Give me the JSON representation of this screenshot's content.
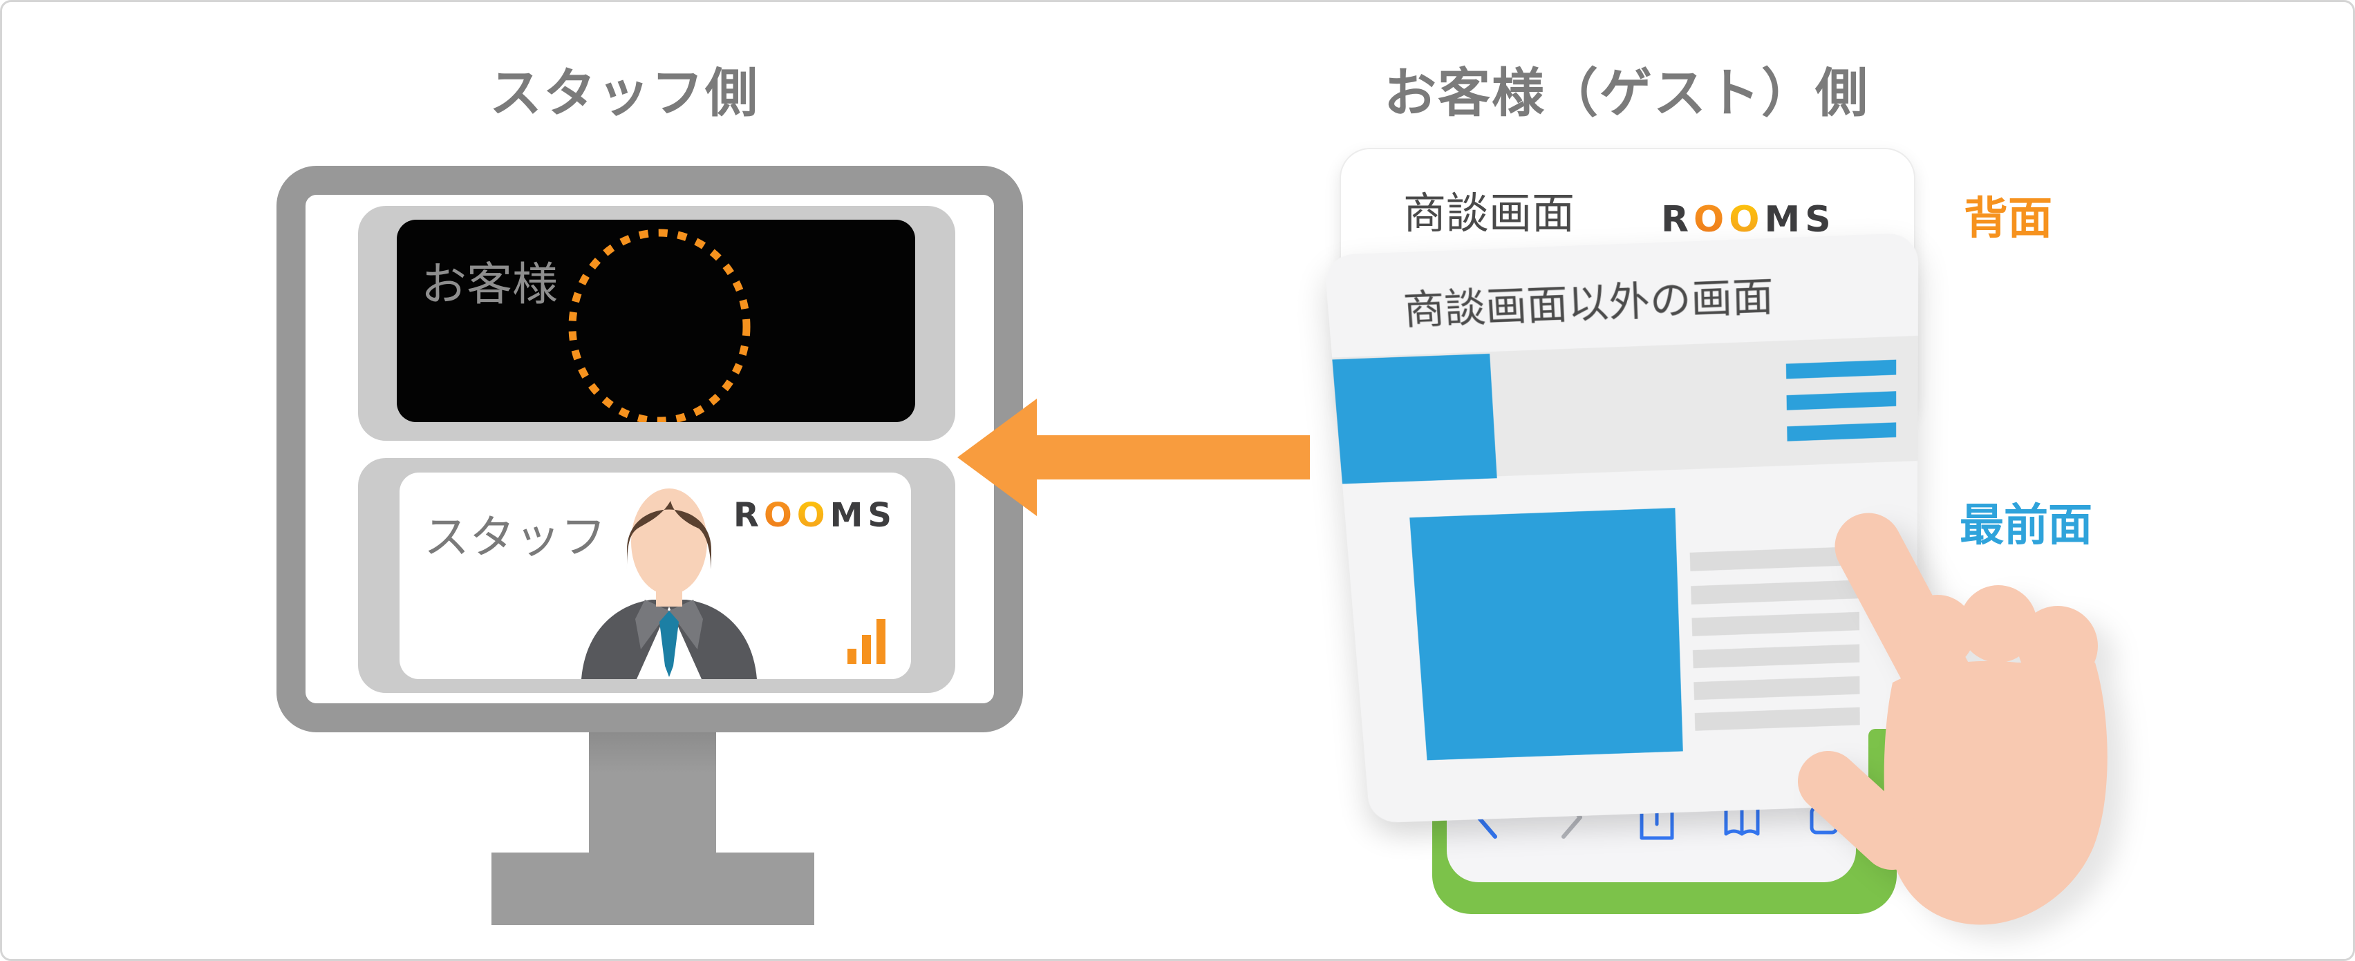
{
  "titles": {
    "staff_side": "スタッフ側",
    "guest_side": "お客様（ゲスト）側"
  },
  "monitor": {
    "remote_label": "お客様",
    "self_label": "スタッフ",
    "logo": {
      "part1": "R",
      "part2": "O",
      "part3": "O",
      "part4": "MS"
    }
  },
  "phone": {
    "back_screen_title": "商談画面",
    "front_screen_title": "商談画面以外の画面",
    "logo": {
      "part1": "R",
      "part2": "O",
      "part3": "O",
      "part4": "MS"
    }
  },
  "annotations": {
    "back_layer": "背面",
    "front_layer": "最前面"
  },
  "colors": {
    "brand_orange": "#F6921E",
    "arrow_orange": "#F89C3E",
    "content_blue": "#2CA0DB",
    "front_label_blue": "#2FA3DB",
    "phone_green": "#7CC24A",
    "toolbar_blue": "#3478F6",
    "monitor_frame_gray": "#989898",
    "panel_gray": "#CBCBCB",
    "title_gray": "#7B7B7B"
  }
}
